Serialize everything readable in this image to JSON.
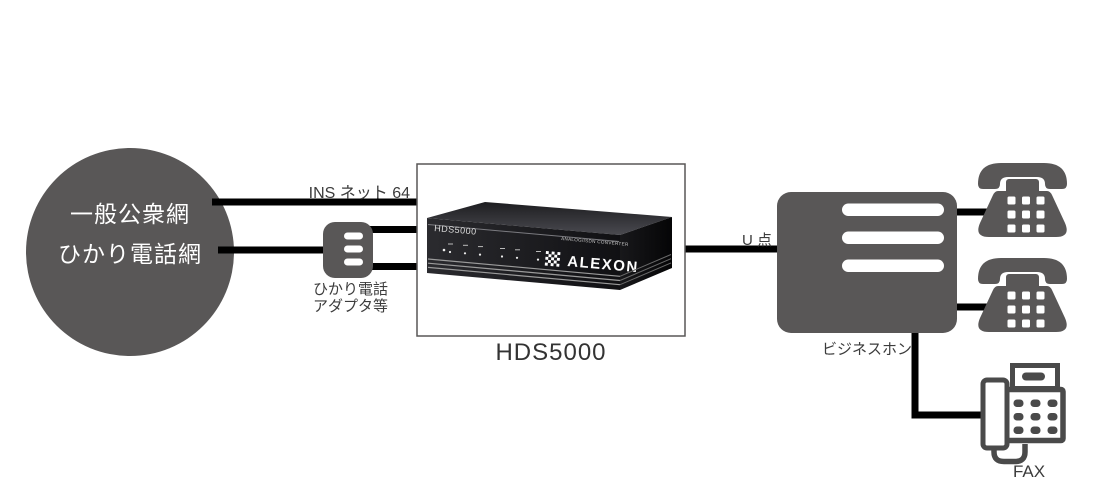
{
  "diagram": {
    "cloud": {
      "line1": "一般公衆網",
      "line2": "ひかり電話網"
    },
    "ins_line_label": "INS ネット 64",
    "u_point_label": "U 点",
    "adapter": {
      "line1": "ひかり電話",
      "line2": "アダプタ等"
    },
    "device": {
      "caption": "HDS5000",
      "panel_model": "HDS5000",
      "panel_subtitle": "ANALOG/ISDN CONVERTER",
      "panel_brand": "ALEXON"
    },
    "business_phone_label": "ビジネスホン",
    "fax_label": "FAX"
  },
  "colors": {
    "shape_gray": "#595757",
    "line_black": "#000000",
    "fax_outline": "#4a4a4a",
    "label_text": "#3c3c3c",
    "device_box_border": "#595757",
    "background": "#ffffff"
  }
}
